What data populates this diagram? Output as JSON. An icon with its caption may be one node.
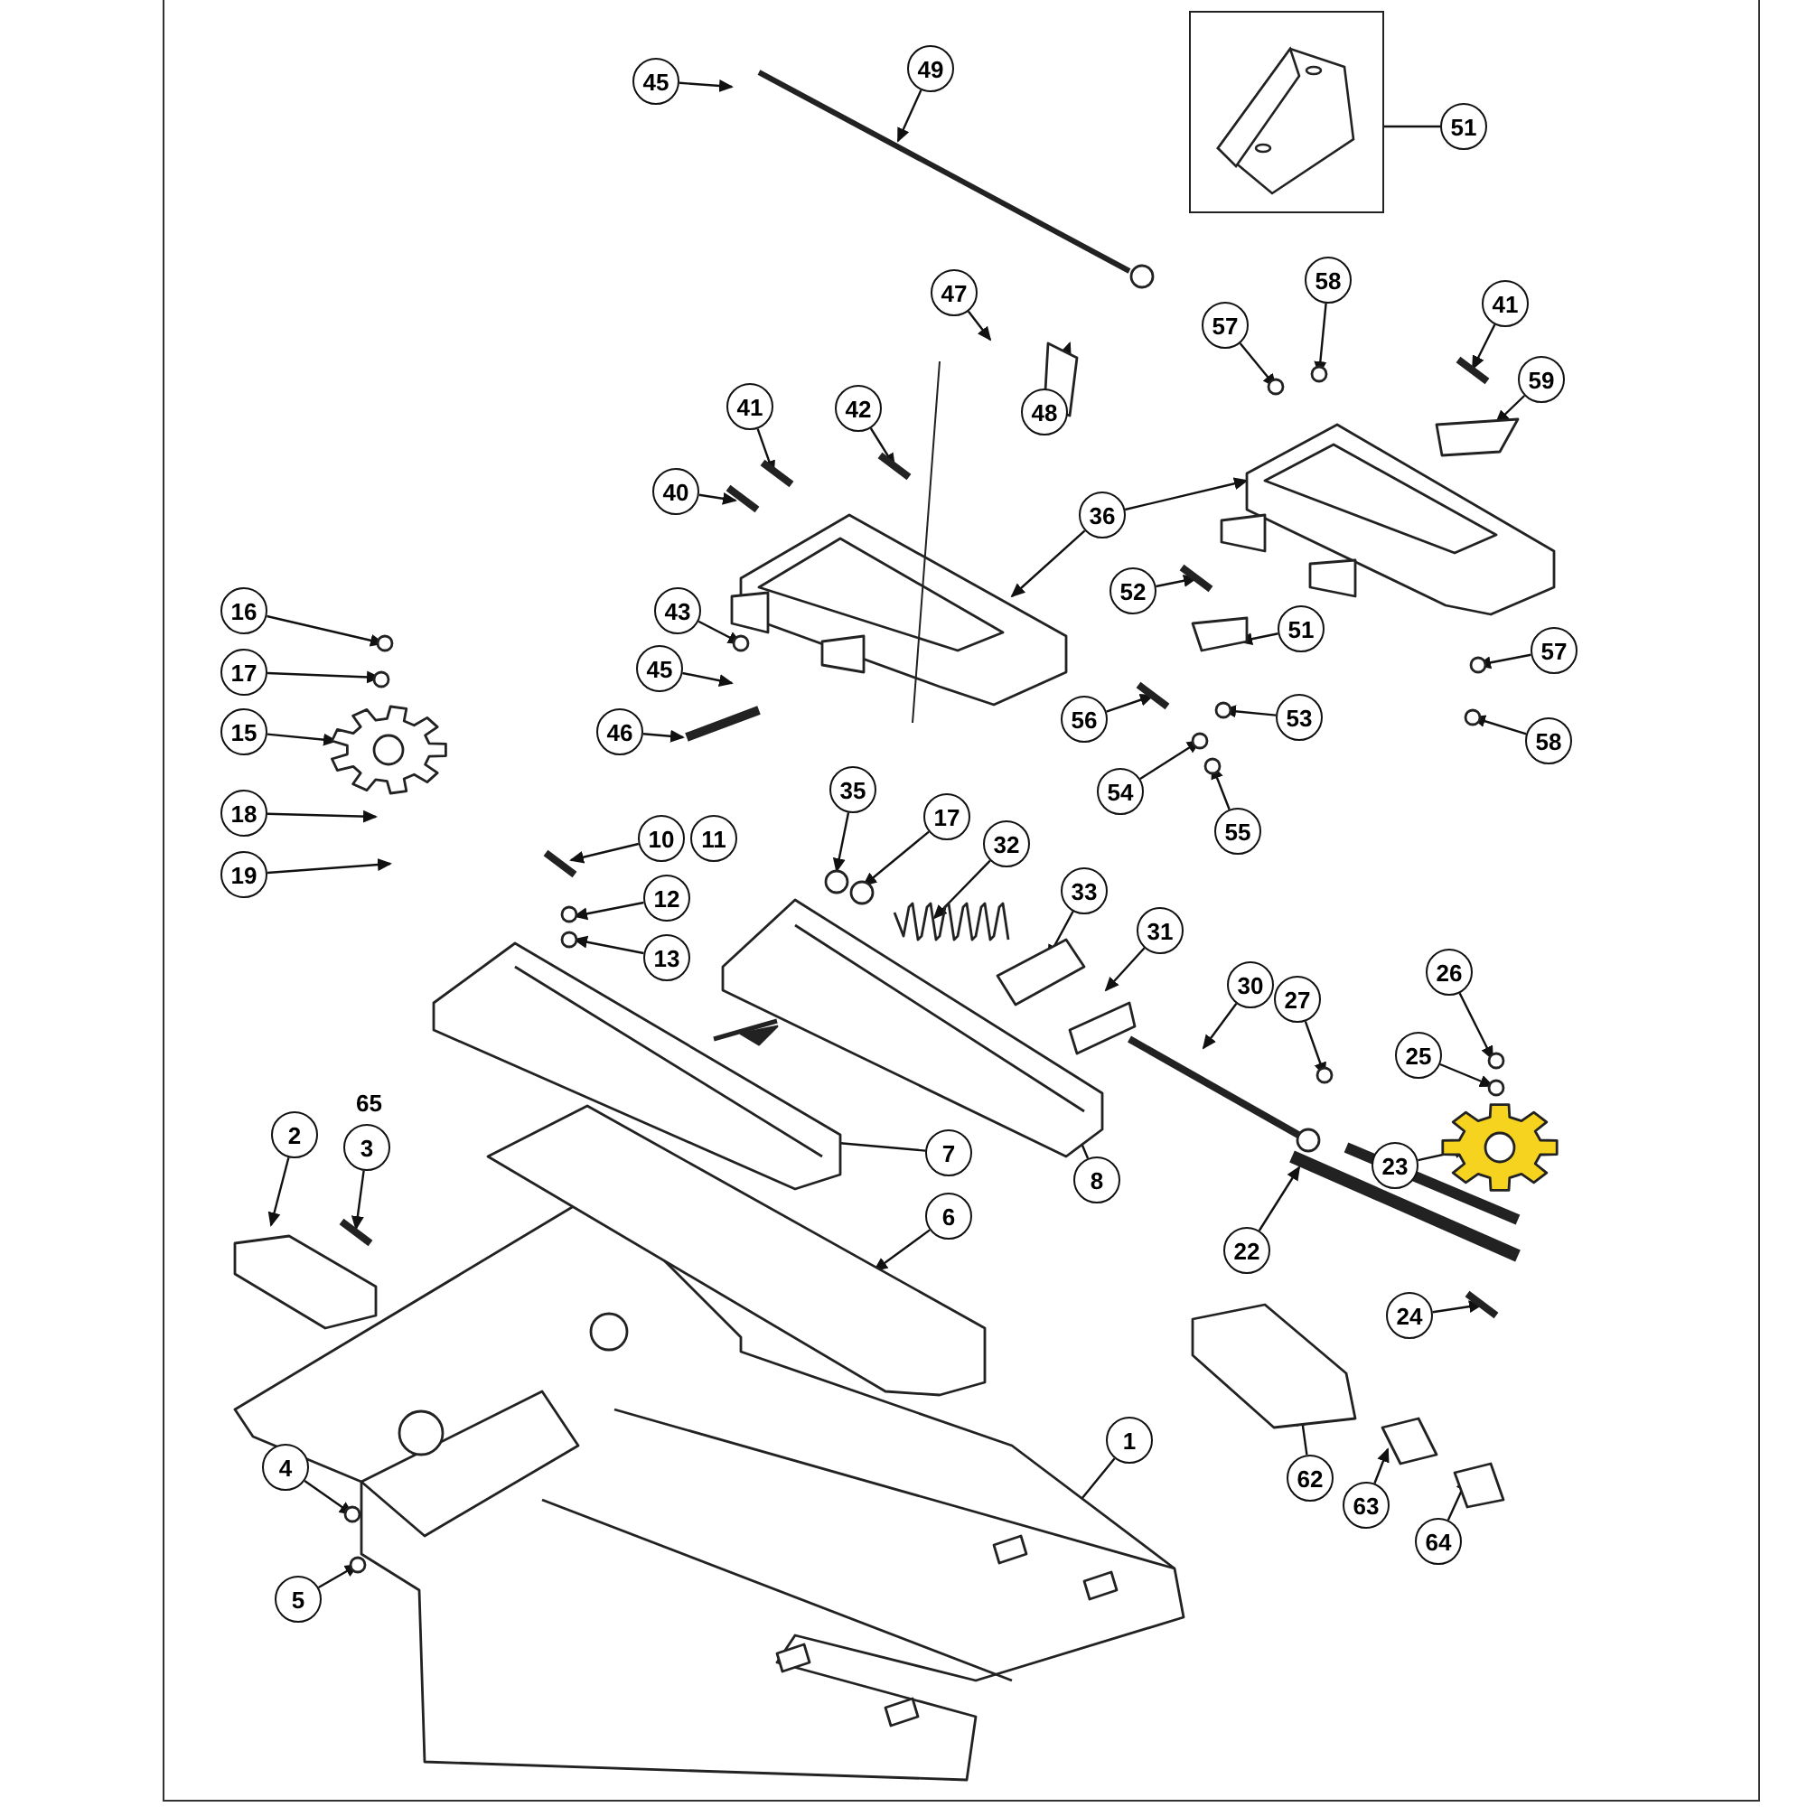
{
  "diagram": {
    "nodes": [
      {
        "text": [
          "45"
        ]
      },
      {
        "text": [
          "49"
        ]
      },
      {
        "text": [],
        "shape": "picture"
      },
      {
        "text": [
          "51"
        ]
      },
      {
        "text": [
          "47"
        ]
      },
      {
        "text": [
          "48"
        ]
      },
      {
        "text": [
          "57"
        ]
      },
      {
        "text": [
          "58"
        ]
      },
      {
        "text": [
          "41"
        ]
      },
      {
        "text": [
          "59"
        ]
      },
      {
        "text": [
          "41"
        ]
      },
      {
        "text": [
          "42"
        ]
      },
      {
        "text": [
          "40"
        ]
      },
      {
        "text": [
          "36"
        ]
      },
      {
        "text": [
          "52"
        ]
      },
      {
        "text": [
          "51"
        ]
      },
      {
        "text": [
          "43"
        ]
      },
      {
        "text": [
          "16"
        ]
      },
      {
        "text": [
          "17"
        ]
      },
      {
        "text": [
          "15"
        ]
      },
      {
        "text": [
          "45"
        ]
      },
      {
        "text": [
          "46"
        ]
      },
      {
        "text": [
          "56"
        ]
      },
      {
        "text": [
          "53"
        ]
      },
      {
        "text": [
          "57"
        ]
      },
      {
        "text": [
          "58"
        ]
      },
      {
        "text": [
          "54"
        ]
      },
      {
        "text": [
          "55"
        ]
      },
      {
        "text": [
          "18"
        ]
      },
      {
        "text": [
          "19"
        ]
      },
      {
        "text": [
          "35"
        ]
      },
      {
        "text": [
          "17"
        ]
      },
      {
        "text": [
          "32"
        ]
      },
      {
        "text": [
          "10"
        ]
      },
      {
        "text": [
          "11"
        ]
      },
      {
        "text": [
          "12"
        ]
      },
      {
        "text": [
          "13"
        ]
      },
      {
        "text": [
          "33"
        ]
      },
      {
        "text": [
          "31"
        ]
      },
      {
        "text": [
          "30"
        ]
      },
      {
        "text": [
          "27"
        ]
      },
      {
        "text": [
          "26"
        ]
      },
      {
        "text": [
          "25"
        ]
      },
      {
        "text": [
          "23"
        ]
      },
      {
        "text": [
          "2"
        ]
      },
      {
        "text": [
          "3"
        ]
      },
      {
        "text": [
          "7"
        ]
      },
      {
        "text": [
          "8"
        ]
      },
      {
        "text": [
          "6"
        ]
      },
      {
        "text": [
          "22"
        ]
      },
      {
        "text": [
          "24"
        ]
      },
      {
        "text": [
          "1"
        ]
      },
      {
        "text": [
          "4"
        ]
      },
      {
        "text": [
          "5"
        ]
      },
      {
        "text": [
          "62"
        ]
      },
      {
        "text": [
          "63"
        ]
      },
      {
        "text": [
          "64"
        ]
      }
    ],
    "edges": [
      {
        "from": 0,
        "to": null,
        "arrow": "to"
      },
      {
        "from": 1,
        "to": null,
        "arrow": "to"
      },
      {
        "from": 3,
        "to": 2,
        "arrow": "none"
      },
      {
        "from": 4,
        "to": null,
        "arrow": "to"
      },
      {
        "from": 5,
        "to": null,
        "arrow": "to"
      },
      {
        "from": 6,
        "to": null,
        "arrow": "to"
      },
      {
        "from": 7,
        "to": null,
        "arrow": "to"
      },
      {
        "from": 8,
        "to": null,
        "arrow": "to"
      },
      {
        "from": 9,
        "to": null,
        "arrow": "to"
      },
      {
        "from": 10,
        "to": null,
        "arrow": "to"
      },
      {
        "from": 11,
        "to": null,
        "arrow": "to"
      },
      {
        "from": 12,
        "to": null,
        "arrow": "to"
      },
      {
        "from": 13,
        "to": null,
        "arrow": "to"
      },
      {
        "from": 13,
        "to": null,
        "arrow": "to"
      },
      {
        "from": 14,
        "to": null,
        "arrow": "to"
      },
      {
        "from": 15,
        "to": null,
        "arrow": "to"
      },
      {
        "from": 16,
        "to": null,
        "arrow": "to"
      },
      {
        "from": 17,
        "to": null,
        "arrow": "to"
      },
      {
        "from": 18,
        "to": null,
        "arrow": "to"
      },
      {
        "from": 19,
        "to": null,
        "arrow": "to"
      },
      {
        "from": 20,
        "to": null,
        "arrow": "to"
      },
      {
        "from": 21,
        "to": null,
        "arrow": "to"
      },
      {
        "from": 22,
        "to": null,
        "arrow": "to"
      },
      {
        "from": 23,
        "to": null,
        "arrow": "to"
      },
      {
        "from": 24,
        "to": null,
        "arrow": "to"
      },
      {
        "from": 25,
        "to": null,
        "arrow": "to"
      },
      {
        "from": 26,
        "to": null,
        "arrow": "to"
      },
      {
        "from": 27,
        "to": null,
        "arrow": "to"
      },
      {
        "from": 28,
        "to": null,
        "arrow": "to"
      },
      {
        "from": 29,
        "to": null,
        "arrow": "to"
      },
      {
        "from": 30,
        "to": null,
        "arrow": "to"
      },
      {
        "from": 31,
        "to": null,
        "arrow": "to"
      },
      {
        "from": 32,
        "to": null,
        "arrow": "to"
      },
      {
        "from": 33,
        "to": null,
        "arrow": "to"
      },
      {
        "from": 35,
        "to": null,
        "arrow": "to"
      },
      {
        "from": 36,
        "to": null,
        "arrow": "to"
      },
      {
        "from": 37,
        "to": null,
        "arrow": "to"
      },
      {
        "from": 38,
        "to": null,
        "arrow": "to"
      },
      {
        "from": 39,
        "to": null,
        "arrow": "to"
      },
      {
        "from": 40,
        "to": null,
        "arrow": "to"
      },
      {
        "from": 41,
        "to": null,
        "arrow": "to"
      },
      {
        "from": 42,
        "to": null,
        "arrow": "to"
      },
      {
        "from": 43,
        "to": null,
        "arrow": "to"
      },
      {
        "from": 44,
        "to": null,
        "arrow": "to"
      },
      {
        "from": 45,
        "to": null,
        "arrow": "to"
      },
      {
        "from": 46,
        "to": null,
        "arrow": "to"
      },
      {
        "from": 47,
        "to": null,
        "arrow": "to"
      },
      {
        "from": 48,
        "to": null,
        "arrow": "to"
      },
      {
        "from": 49,
        "to": null,
        "arrow": "to"
      },
      {
        "from": 50,
        "to": null,
        "arrow": "to"
      },
      {
        "from": 51,
        "to": null,
        "arrow": "to"
      },
      {
        "from": 52,
        "to": null,
        "arrow": "to"
      },
      {
        "from": 53,
        "to": null,
        "arrow": "to"
      },
      {
        "from": 54,
        "to": null,
        "arrow": "to"
      },
      {
        "from": 55,
        "to": null,
        "arrow": "to"
      },
      {
        "from": 56,
        "to": null,
        "arrow": "to"
      }
    ],
    "labels": [
      "65"
    ]
  }
}
